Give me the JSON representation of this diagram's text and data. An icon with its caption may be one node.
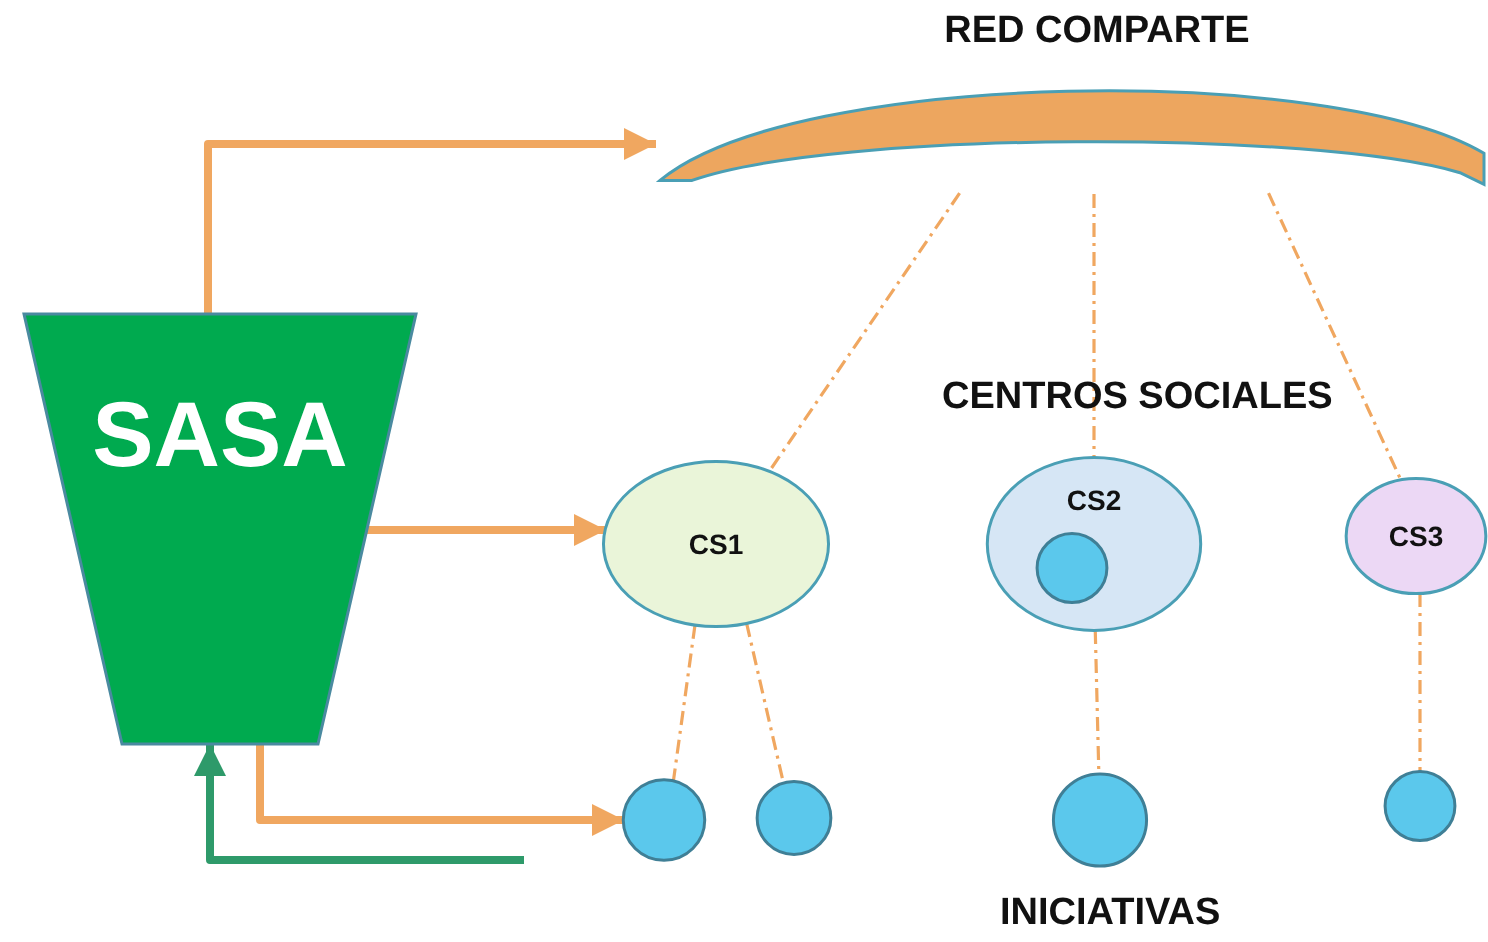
{
  "diagram": {
    "nodes": [
      {
        "text": [
          "SASA"
        ]
      },
      {
        "text": [
          "RED COMPARTE"
        ]
      },
      {
        "text": [
          "CS1"
        ]
      },
      {
        "text": [
          "CS2"
        ]
      },
      {
        "text": [],
        "shape": "circle",
        "in": 3
      },
      {
        "text": [
          "CS3"
        ]
      },
      {
        "text": [],
        "shape": "circle"
      },
      {
        "text": [],
        "shape": "circle"
      },
      {
        "text": [],
        "shape": "circle"
      },
      {
        "text": [],
        "shape": "circle"
      }
    ],
    "edges": [
      {
        "from": 0,
        "to": 1,
        "arrow": "to",
        "style": "thick"
      },
      {
        "from": 0,
        "to": 2,
        "arrow": "to",
        "style": "thick"
      },
      {
        "from": 0,
        "to": 6,
        "arrow": "to",
        "style": "thick"
      },
      {
        "from": null,
        "to": 0,
        "arrow": "to",
        "style": "thick",
        "color": "#2e9a6a"
      },
      {
        "from": 1,
        "to": 2,
        "arrow": "none",
        "style": "dashed"
      },
      {
        "from": 1,
        "to": 3,
        "arrow": "none",
        "style": "dashed"
      },
      {
        "from": 1,
        "to": 5,
        "arrow": "none",
        "style": "dashed"
      },
      {
        "from": 2,
        "to": 6,
        "arrow": "none",
        "style": "dashed"
      },
      {
        "from": 2,
        "to": 7,
        "arrow": "none",
        "style": "dashed"
      },
      {
        "from": 3,
        "to": 8,
        "arrow": "none",
        "style": "dashed"
      },
      {
        "from": 5,
        "to": 9,
        "arrow": "none",
        "style": "dashed"
      }
    ],
    "labels": [
      "CENTROS SOCIALES",
      "INICIATIVAS"
    ]
  }
}
